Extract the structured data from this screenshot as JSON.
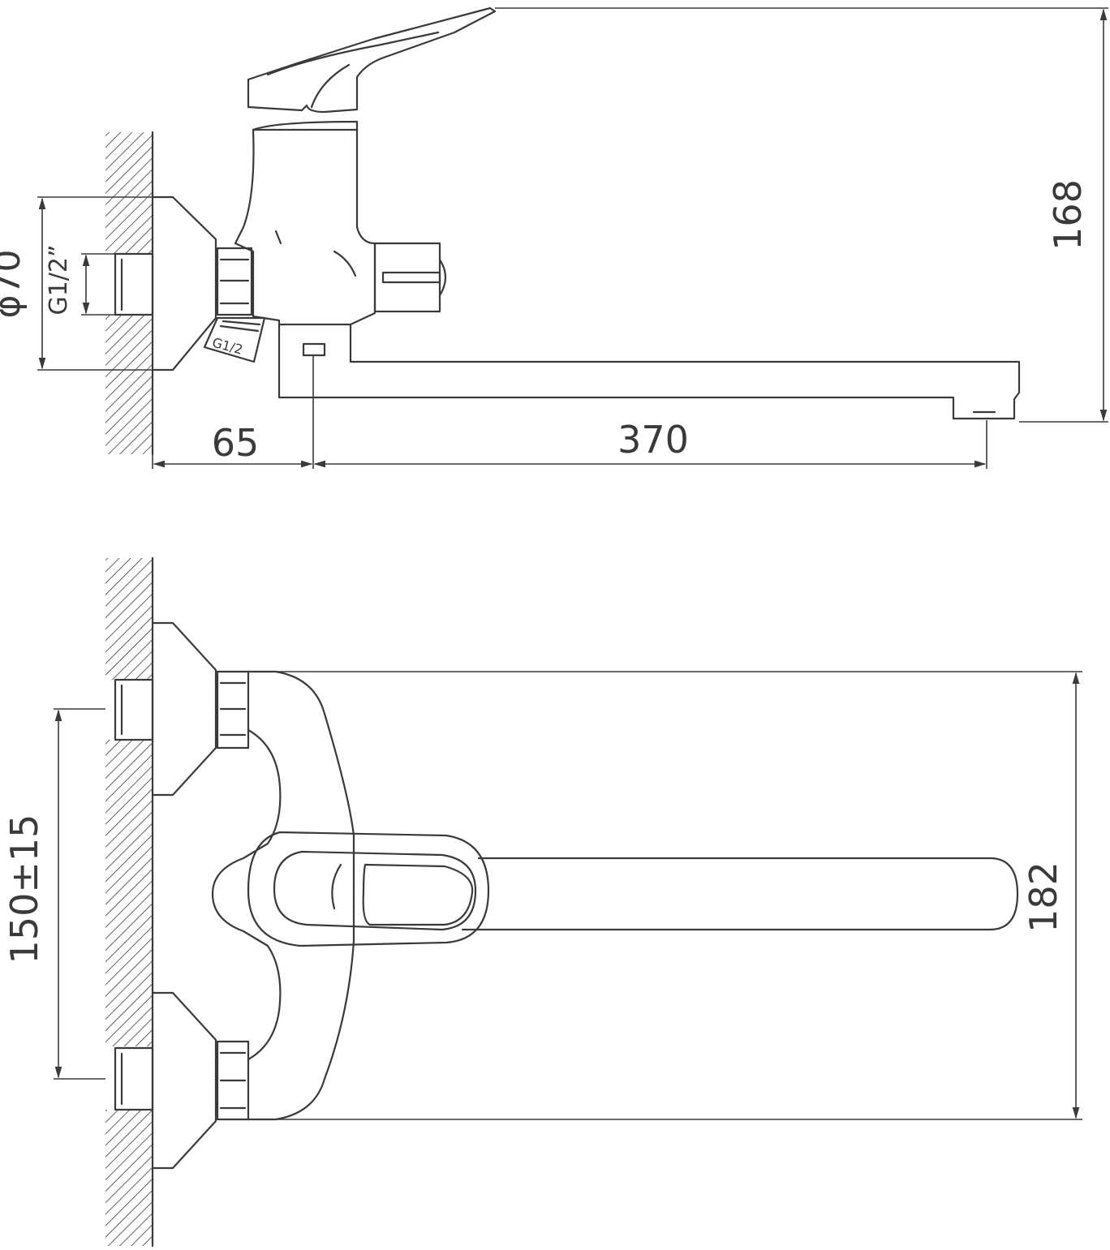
{
  "dimensions": {
    "height_168": "168",
    "wall_offset_65": "65",
    "spout_reach_370": "370",
    "flange_diameter": "φ70",
    "thread_left": "G1/2”",
    "thread_eccentric": "G1/2",
    "centers_150": "150±15",
    "overall_182": "182"
  },
  "colors": {
    "line": "#3a3a3a",
    "background": "#ffffff"
  }
}
